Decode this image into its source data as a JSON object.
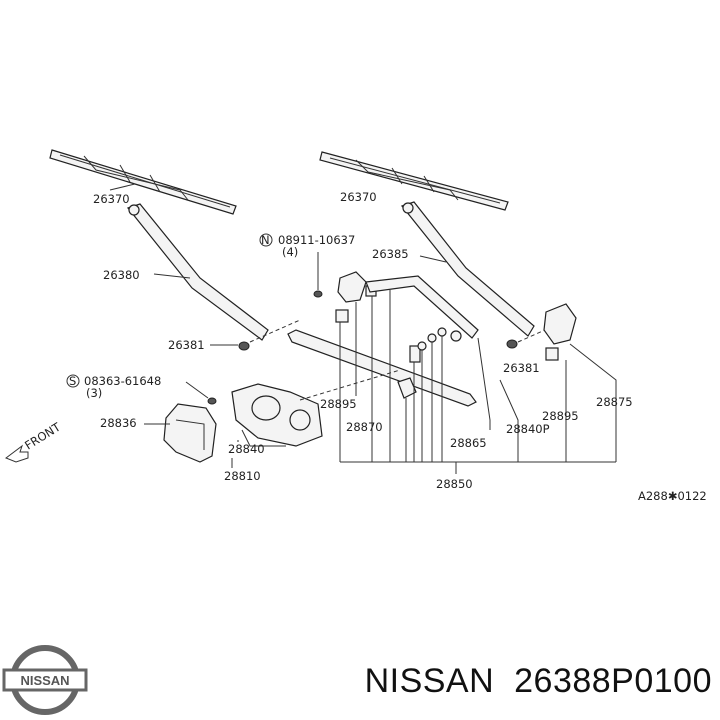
{
  "diagram": {
    "callouts": {
      "blade_left": "26370",
      "blade_right": "26370",
      "arm_left": "26380",
      "arm_right": "26385",
      "nut_left": "26381",
      "nut_right": "26381",
      "nut_spec": "N 08911-10637",
      "nut_qty": "(4)",
      "screw_spec": "S 08363-61648",
      "screw_qty": "(3)",
      "motor_cover": "28836",
      "motor": "28840",
      "motor_bracket": "28810",
      "pivot_left": "28895",
      "pivot_right": "28895",
      "link_rod": "28870",
      "linkage_a": "28865",
      "linkage_b": "28840P",
      "linkage_assy": "28850",
      "bracket_right": "28875",
      "drawing_code": "A288✱0122"
    },
    "front_marker": "FRONT"
  },
  "footer": {
    "brand": "NISSAN",
    "part_number": "26388P0100",
    "logo_text": "NISSAN"
  }
}
